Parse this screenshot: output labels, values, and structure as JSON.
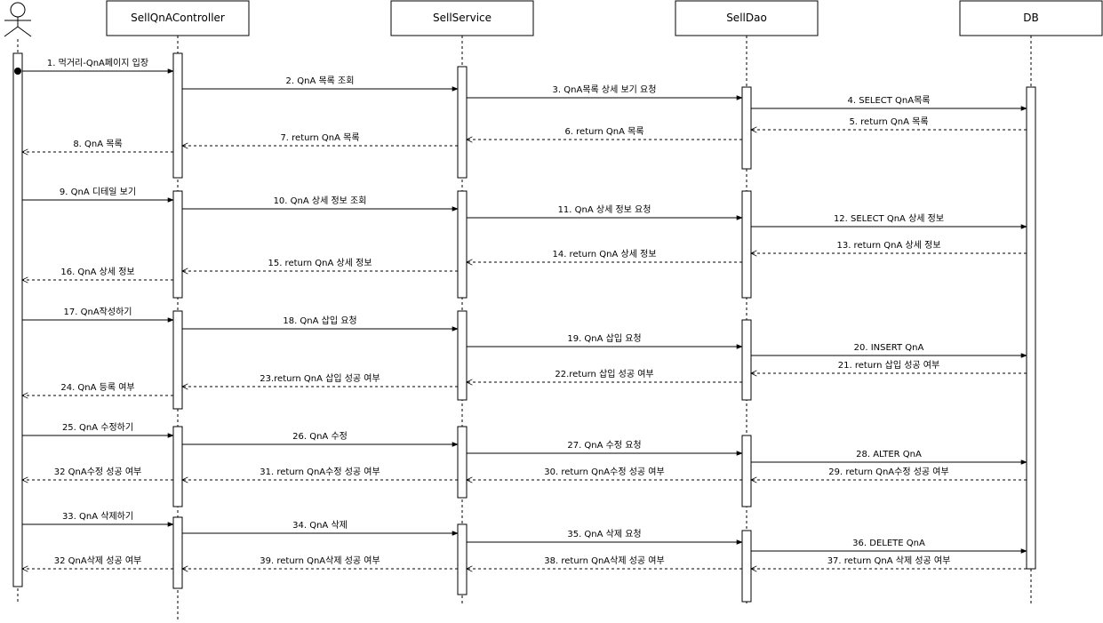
{
  "participants": [
    {
      "id": "actor",
      "label": "",
      "kind": "actor"
    },
    {
      "id": "controller",
      "label": "SellQnAController",
      "kind": "box"
    },
    {
      "id": "service",
      "label": "SellService",
      "kind": "box"
    },
    {
      "id": "dao",
      "label": "SellDao",
      "kind": "box"
    },
    {
      "id": "db",
      "label": "DB",
      "kind": "box"
    }
  ],
  "messages": [
    {
      "from": "actor",
      "to": "controller",
      "label": "1. 먹거리-QnA페이지 입장",
      "kind": "call"
    },
    {
      "from": "controller",
      "to": "service",
      "label": "2. QnA 목록 조회",
      "kind": "call"
    },
    {
      "from": "service",
      "to": "dao",
      "label": "3. QnA목록 상세 보기 요청",
      "kind": "call"
    },
    {
      "from": "dao",
      "to": "db",
      "label": "4. SELECT QnA목록",
      "kind": "call"
    },
    {
      "from": "db",
      "to": "dao",
      "label": "5. return QnA 목록",
      "kind": "return"
    },
    {
      "from": "dao",
      "to": "service",
      "label": "6.  return QnA 목록",
      "kind": "return"
    },
    {
      "from": "service",
      "to": "controller",
      "label": "7.  return QnA 목록",
      "kind": "return"
    },
    {
      "from": "controller",
      "to": "actor",
      "label": "8. QnA 목록",
      "kind": "return"
    },
    {
      "from": "actor",
      "to": "controller",
      "label": "9. QnA 디테일 보기",
      "kind": "call"
    },
    {
      "from": "controller",
      "to": "service",
      "label": "10. QnA 상세 정보 조회",
      "kind": "call"
    },
    {
      "from": "service",
      "to": "dao",
      "label": "11. QnA 상세 정보 요청",
      "kind": "call"
    },
    {
      "from": "dao",
      "to": "db",
      "label": "12. SELECT QnA 상세 정보",
      "kind": "call"
    },
    {
      "from": "db",
      "to": "dao",
      "label": "13. return QnA 상세 정보",
      "kind": "return"
    },
    {
      "from": "dao",
      "to": "service",
      "label": "14. return QnA 상세 정보",
      "kind": "return"
    },
    {
      "from": "service",
      "to": "controller",
      "label": "15. return QnA 상세 정보",
      "kind": "return"
    },
    {
      "from": "controller",
      "to": "actor",
      "label": "16. QnA 상세 정보",
      "kind": "return"
    },
    {
      "from": "actor",
      "to": "controller",
      "label": "17. QnA작성하기",
      "kind": "call"
    },
    {
      "from": "controller",
      "to": "service",
      "label": "18. QnA 삽입 요청",
      "kind": "call"
    },
    {
      "from": "service",
      "to": "dao",
      "label": "19. QnA 삽입 요청",
      "kind": "call"
    },
    {
      "from": "dao",
      "to": "db",
      "label": "20. INSERT QnA",
      "kind": "call"
    },
    {
      "from": "db",
      "to": "dao",
      "label": "21. return 삽입 성공 여부",
      "kind": "return"
    },
    {
      "from": "dao",
      "to": "service",
      "label": "22.return  삽입 성공 여부",
      "kind": "return"
    },
    {
      "from": "service",
      "to": "controller",
      "label": "23.return QnA  삽입 성공 여부",
      "kind": "return"
    },
    {
      "from": "controller",
      "to": "actor",
      "label": "24.  QnA 등록 여부",
      "kind": "return"
    },
    {
      "from": "actor",
      "to": "controller",
      "label": "25. QnA 수정하기",
      "kind": "call"
    },
    {
      "from": "controller",
      "to": "service",
      "label": "26. QnA 수정",
      "kind": "call"
    },
    {
      "from": "service",
      "to": "dao",
      "label": "27. QnA 수정 요청",
      "kind": "call"
    },
    {
      "from": "dao",
      "to": "db",
      "label": "28. ALTER QnA",
      "kind": "call"
    },
    {
      "from": "db",
      "to": "dao",
      "label": "29. return QnA수정 성공 여부",
      "kind": "return"
    },
    {
      "from": "dao",
      "to": "service",
      "label": "30. return QnA수정 성공 여부",
      "kind": "return"
    },
    {
      "from": "service",
      "to": "controller",
      "label": "31. return QnA수정 성공 여부",
      "kind": "return"
    },
    {
      "from": "controller",
      "to": "actor",
      "label": "32  QnA수정 성공 여부",
      "kind": "return"
    },
    {
      "from": "actor",
      "to": "controller",
      "label": "33. QnA 삭제하기",
      "kind": "call"
    },
    {
      "from": "controller",
      "to": "service",
      "label": "34. QnA 삭제",
      "kind": "call"
    },
    {
      "from": "service",
      "to": "dao",
      "label": "35. QnA 삭제 요청",
      "kind": "call"
    },
    {
      "from": "dao",
      "to": "db",
      "label": "36. DELETE  QnA",
      "kind": "call"
    },
    {
      "from": "db",
      "to": "dao",
      "label": "37. return QnA 삭제 성공 여부",
      "kind": "return"
    },
    {
      "from": "dao",
      "to": "service",
      "label": "38. return QnA삭제 성공 여부",
      "kind": "return"
    },
    {
      "from": "service",
      "to": "controller",
      "label": "39. return QnA삭제 성공 여부",
      "kind": "return"
    },
    {
      "from": "controller",
      "to": "actor",
      "label": "32  QnA삭제 성공 여부",
      "kind": "return"
    }
  ]
}
